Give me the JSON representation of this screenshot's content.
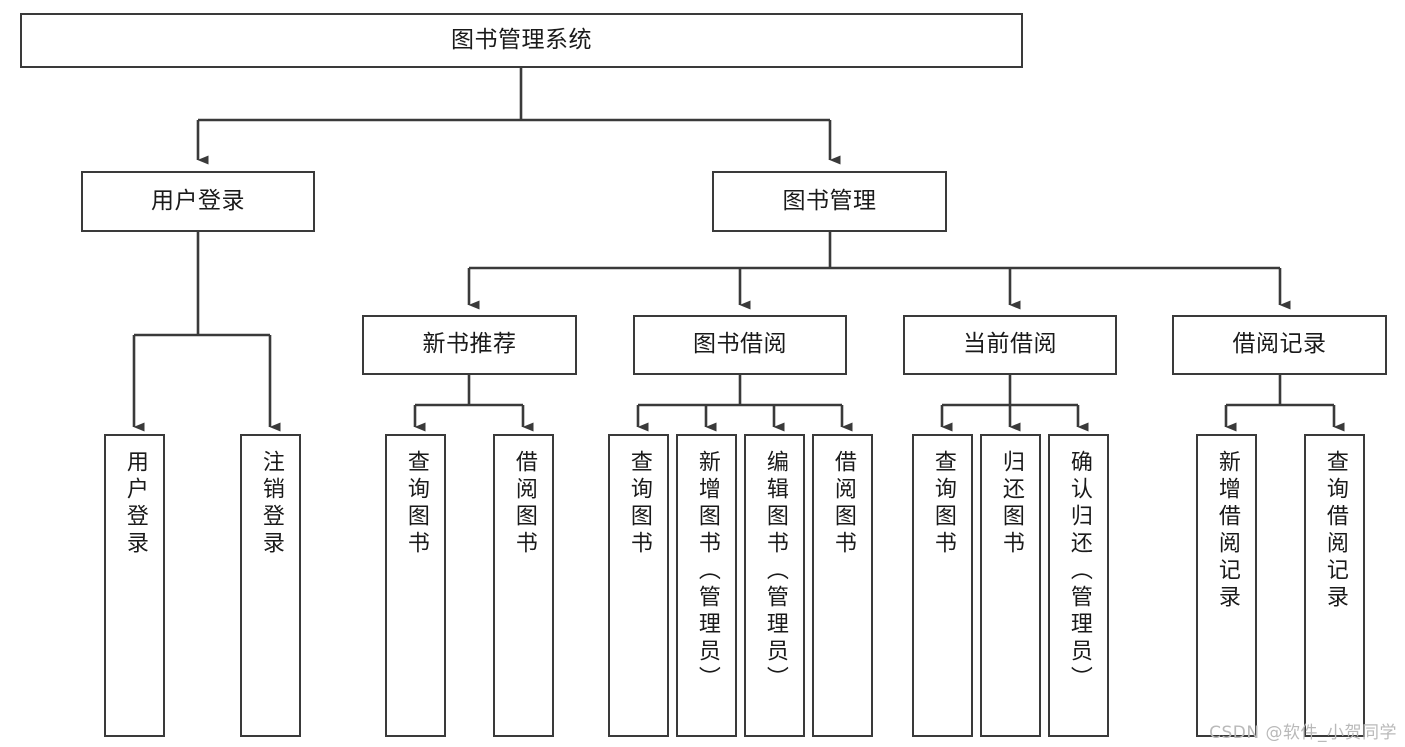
{
  "diagram": {
    "title": "图书管理系统",
    "type": "tree-hierarchy-chart",
    "nodes": {
      "root": {
        "label": "图书管理系统"
      },
      "user_login": {
        "label": "用户登录"
      },
      "book_manage": {
        "label": "图书管理"
      },
      "new_book_rec": {
        "label": "新书推荐"
      },
      "book_borrow": {
        "label": "图书借阅"
      },
      "current_borrow": {
        "label": "当前借阅"
      },
      "borrow_record": {
        "label": "借阅记录"
      },
      "leaf_user_login": {
        "label": "用户登录"
      },
      "leaf_user_logout": {
        "label": "注销登录"
      },
      "leaf_query_book_1": {
        "label": "查询图书"
      },
      "leaf_borrow_book_1": {
        "label": "借阅图书"
      },
      "leaf_query_book_2": {
        "label": "查询图书"
      },
      "leaf_add_book": {
        "label": "新增图书（管理员）"
      },
      "leaf_edit_book": {
        "label": "编辑图书（管理员）"
      },
      "leaf_borrow_book_2": {
        "label": "借阅图书"
      },
      "leaf_query_book_3": {
        "label": "查询图书"
      },
      "leaf_return_book": {
        "label": "归还图书"
      },
      "leaf_confirm_return": {
        "label": "确认归还（管理员）"
      },
      "leaf_add_record": {
        "label": "新增借阅记录"
      },
      "leaf_query_record": {
        "label": "查询借阅记录"
      }
    },
    "colors": {
      "stroke": "#3a3a3a",
      "fill": "#ffffff",
      "text": "#1a1a1a",
      "watermark": "#b9b9b9"
    }
  },
  "watermark": {
    "text": "CSDN @软件_小贺同学"
  }
}
